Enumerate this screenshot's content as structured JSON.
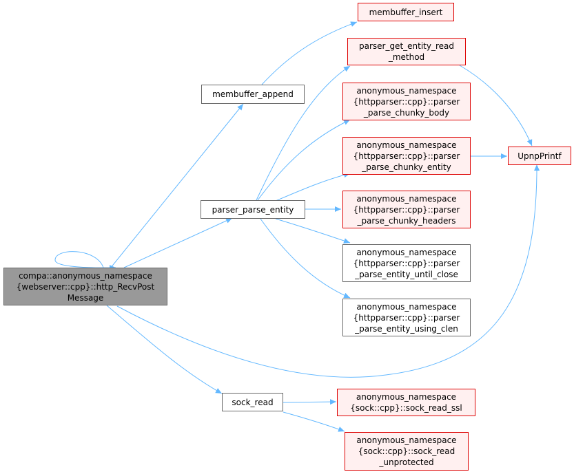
{
  "colors": {
    "edge": "#63b8ff",
    "root_fill": "#999999",
    "plain_border": "#666666",
    "red_border": "#dd0000",
    "red_fill": "#fff0f0"
  },
  "nodes": {
    "root": [
      "compa::anonymous_namespace",
      "{webserver::cpp}::http_RecvPost",
      "Message"
    ],
    "membuffer_append": [
      "membuffer_append"
    ],
    "membuffer_insert": [
      "membuffer_insert"
    ],
    "parser_get_entity_read_method": [
      "parser_get_entity_read",
      "_method"
    ],
    "parser_parse_chunky_body": [
      "anonymous_namespace",
      "{httpparser::cpp}::parser",
      "_parse_chunky_body"
    ],
    "parser_parse_chunky_entity": [
      "anonymous_namespace",
      "{httpparser::cpp}::parser",
      "_parse_chunky_entity"
    ],
    "parser_parse_entity": [
      "parser_parse_entity"
    ],
    "upnp_printf": [
      "UpnpPrintf"
    ],
    "parser_parse_chunky_headers": [
      "anonymous_namespace",
      "{httpparser::cpp}::parser",
      "_parse_chunky_headers"
    ],
    "parser_parse_entity_until_close": [
      "anonymous_namespace",
      "{httpparser::cpp}::parser",
      "_parse_entity_until_close"
    ],
    "parser_parse_entity_using_clen": [
      "anonymous_namespace",
      "{httpparser::cpp}::parser",
      "_parse_entity_using_clen"
    ],
    "sock_read": [
      "sock_read"
    ],
    "sock_read_ssl": [
      "anonymous_namespace",
      "{sock::cpp}::sock_read_ssl"
    ],
    "sock_read_unprotected": [
      "anonymous_namespace",
      "{sock::cpp}::sock_read",
      "_unprotected"
    ]
  }
}
